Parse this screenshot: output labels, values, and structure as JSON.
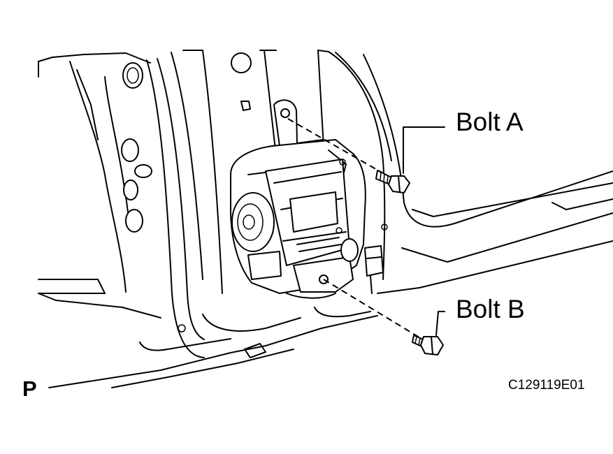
{
  "labels": {
    "bolt_a": "Bolt A",
    "bolt_b": "Bolt B",
    "view_letter": "P",
    "figure_code": "C129119E01"
  },
  "colors": {
    "line": "#000000",
    "background": "#ffffff"
  }
}
